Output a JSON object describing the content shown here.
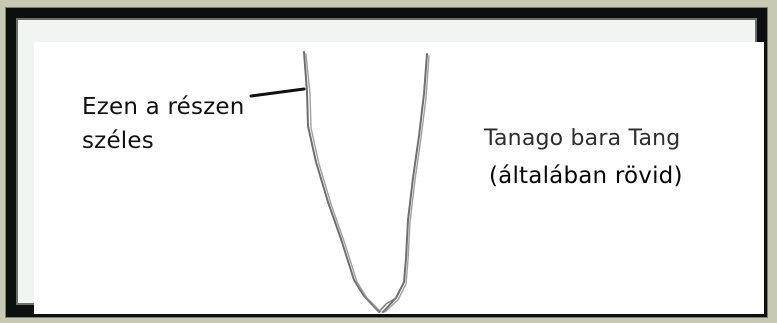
{
  "diagram": {
    "left_label_line1": "Ezen a részen",
    "left_label_line2": "széles",
    "right_title": "Tanago bara Tang",
    "right_subtitle": "(általában rövid)"
  },
  "colors": {
    "frame_outer": "#0d0f0f",
    "page_bg": "#c8c9b3",
    "canvas_bg": "#ffffff",
    "sketch": "#7a7a7a"
  }
}
